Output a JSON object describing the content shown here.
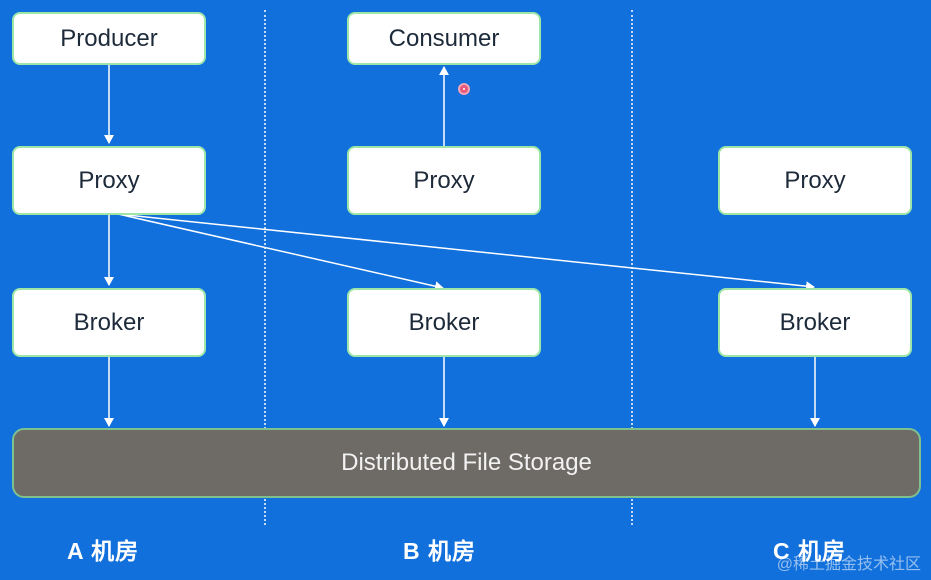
{
  "nodes": {
    "producer": "Producer",
    "consumer": "Consumer",
    "proxy_a": "Proxy",
    "proxy_b": "Proxy",
    "proxy_c": "Proxy",
    "broker_a": "Broker",
    "broker_b": "Broker",
    "broker_c": "Broker"
  },
  "storage": "Distributed File Storage",
  "rooms": {
    "a": "A 机房",
    "b": "B 机房",
    "c": "C 机房"
  },
  "watermark": "@稀土掘金技术社区",
  "colors": {
    "background": "#1170dc",
    "node_fill": "#ffffff",
    "node_border": "#9ee6a8",
    "storage_fill": "#6e6a66",
    "arrow": "#ffffff"
  }
}
